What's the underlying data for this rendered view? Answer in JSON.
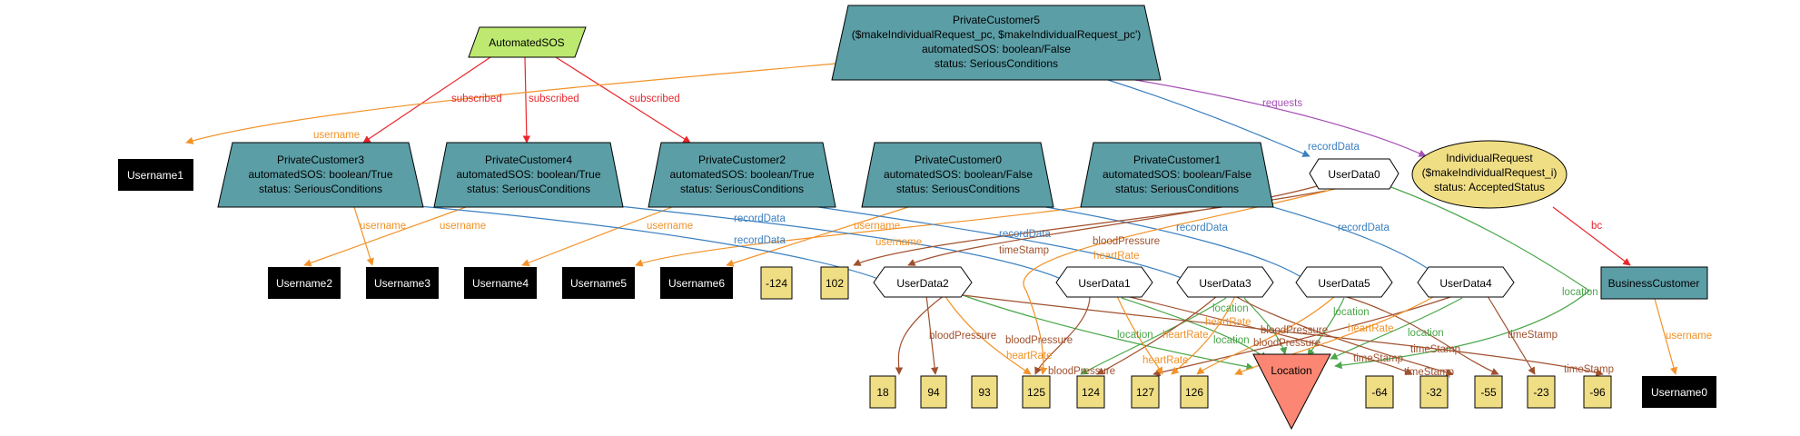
{
  "colors": {
    "teal": "#5b9ea6",
    "yellow": "#f0de85",
    "green": "#bde970",
    "salmon": "#fa8673",
    "black": "#000000",
    "red": "#e8262b",
    "orange": "#f29228",
    "blue": "#3a7fbf",
    "purple": "#a64fb5",
    "green_edge": "#4aa64a",
    "brown": "#a0502d"
  },
  "nodes": {
    "automated_sos": "AutomatedSOS",
    "pc5": [
      "PrivateCustomer5",
      "($makeIndividualRequest_pc, $makeIndividualRequest_pc')",
      "automatedSOS: boolean/False",
      "status: SeriousConditions"
    ],
    "pc3": [
      "PrivateCustomer3",
      "automatedSOS: boolean/True",
      "status: SeriousConditions"
    ],
    "pc4": [
      "PrivateCustomer4",
      "automatedSOS: boolean/True",
      "status: SeriousConditions"
    ],
    "pc2": [
      "PrivateCustomer2",
      "automatedSOS: boolean/True",
      "status: SeriousConditions"
    ],
    "pc0": [
      "PrivateCustomer0",
      "automatedSOS: boolean/False",
      "status: SeriousConditions"
    ],
    "pc1": [
      "PrivateCustomer1",
      "automatedSOS: boolean/False",
      "status: SeriousConditions"
    ],
    "individual_request": [
      "IndividualRequest",
      "($makeIndividualRequest_i)",
      "status: AcceptedStatus"
    ],
    "business_customer": "BusinessCustomer",
    "usernames": [
      "Username0",
      "Username1",
      "Username2",
      "Username3",
      "Username4",
      "Username5",
      "Username6"
    ],
    "userdata": [
      "UserData0",
      "UserData1",
      "UserData2",
      "UserData3",
      "UserData4",
      "UserData5"
    ],
    "location": "Location",
    "values": [
      "-124",
      "102",
      "18",
      "94",
      "93",
      "125",
      "124",
      "127",
      "126",
      "-64",
      "-32",
      "-55",
      "-23",
      "-96"
    ]
  },
  "edge_labels": {
    "subscribed": "subscribed",
    "username": "username",
    "requests": "requests",
    "record_data": "recordData",
    "bc": "bc",
    "location": "location",
    "time_stamp": "timeStamp",
    "blood_pressure": "bloodPressure",
    "heart_rate": "heartRate"
  }
}
